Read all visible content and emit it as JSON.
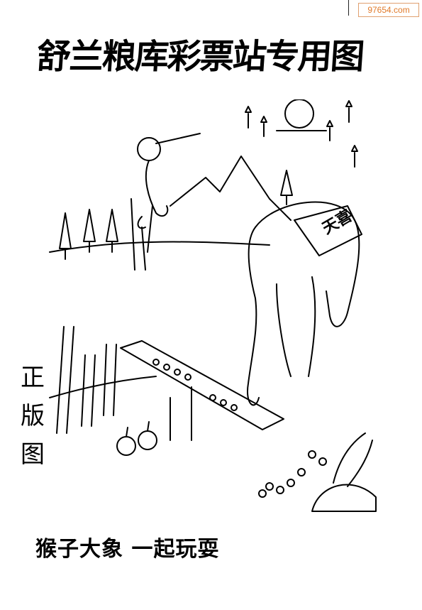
{
  "watermark": {
    "text": "97654.com",
    "color": "#e07a2a"
  },
  "title": "舒兰粮库彩票站专用图",
  "side_label": [
    "正",
    "版",
    "图"
  ],
  "caption": "猴子大象  一起玩耍",
  "blanket_text": "天喜",
  "illustration": {
    "style": "line-drawing",
    "stroke": "#000000"
  }
}
